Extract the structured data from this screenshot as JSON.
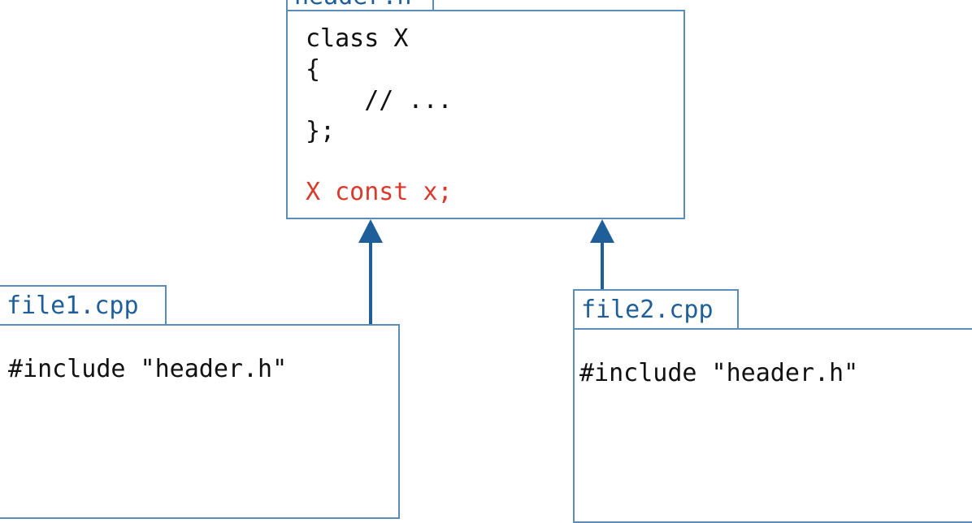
{
  "colors": {
    "box_border": "#5b8db8",
    "tab_text": "#1f5f99",
    "arrow": "#1f5f99",
    "code_text": "#111111",
    "highlight_code": "#d93a2b"
  },
  "header_file": {
    "tab_label": "header.h",
    "code": [
      "class X",
      "{",
      "    // ...",
      "};",
      ""
    ],
    "highlight_line": "X const x;"
  },
  "file1": {
    "tab_label": "file1.cpp",
    "code_line": "#include \"header.h\""
  },
  "file2": {
    "tab_label": "file2.cpp",
    "code_line": "#include \"header.h\""
  }
}
